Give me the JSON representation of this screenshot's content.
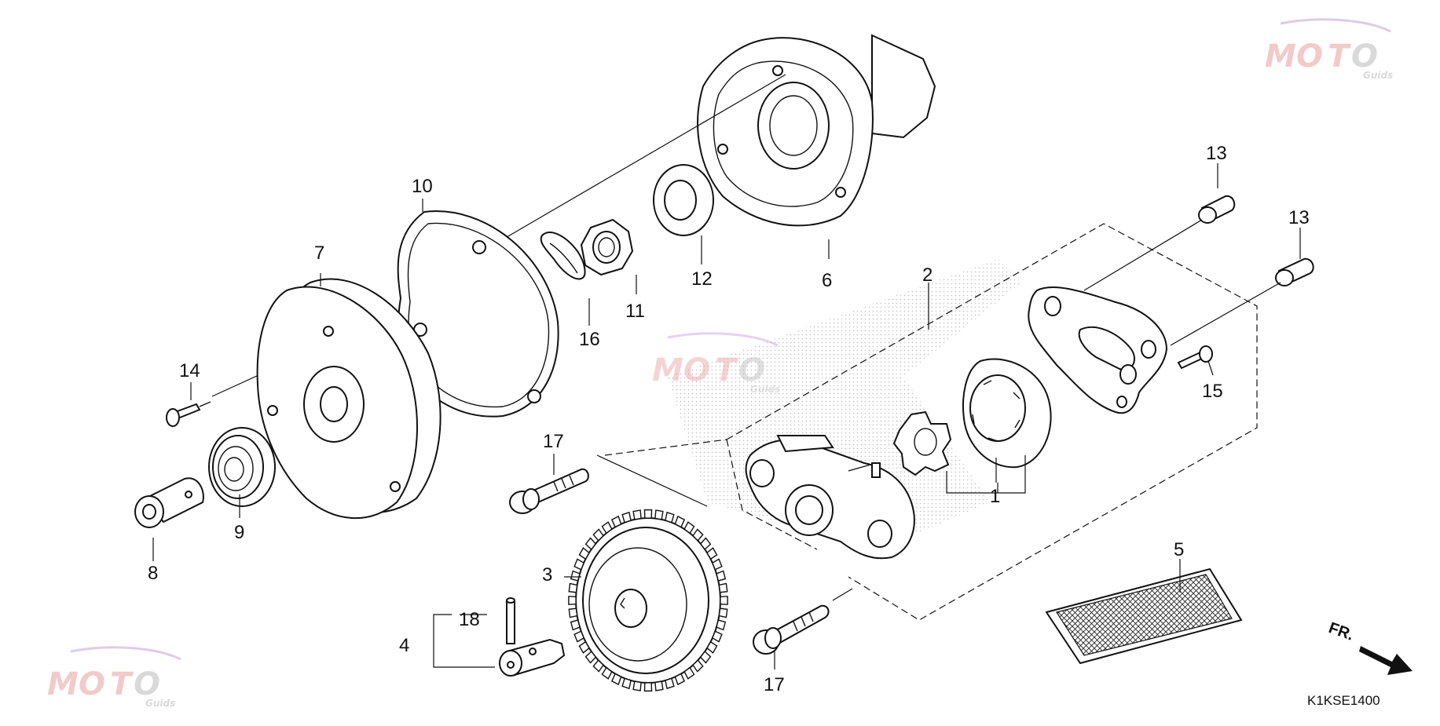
{
  "diagram": {
    "code": "K1KSE1400",
    "front_marker": "FR.",
    "watermark": {
      "text": "MOTO",
      "subtext": "Guids"
    },
    "callouts": [
      "1",
      "2",
      "3",
      "4",
      "5",
      "6",
      "7",
      "8",
      "9",
      "10",
      "11",
      "12",
      "13",
      "13",
      "14",
      "15",
      "16",
      "17",
      "17",
      "18"
    ]
  }
}
